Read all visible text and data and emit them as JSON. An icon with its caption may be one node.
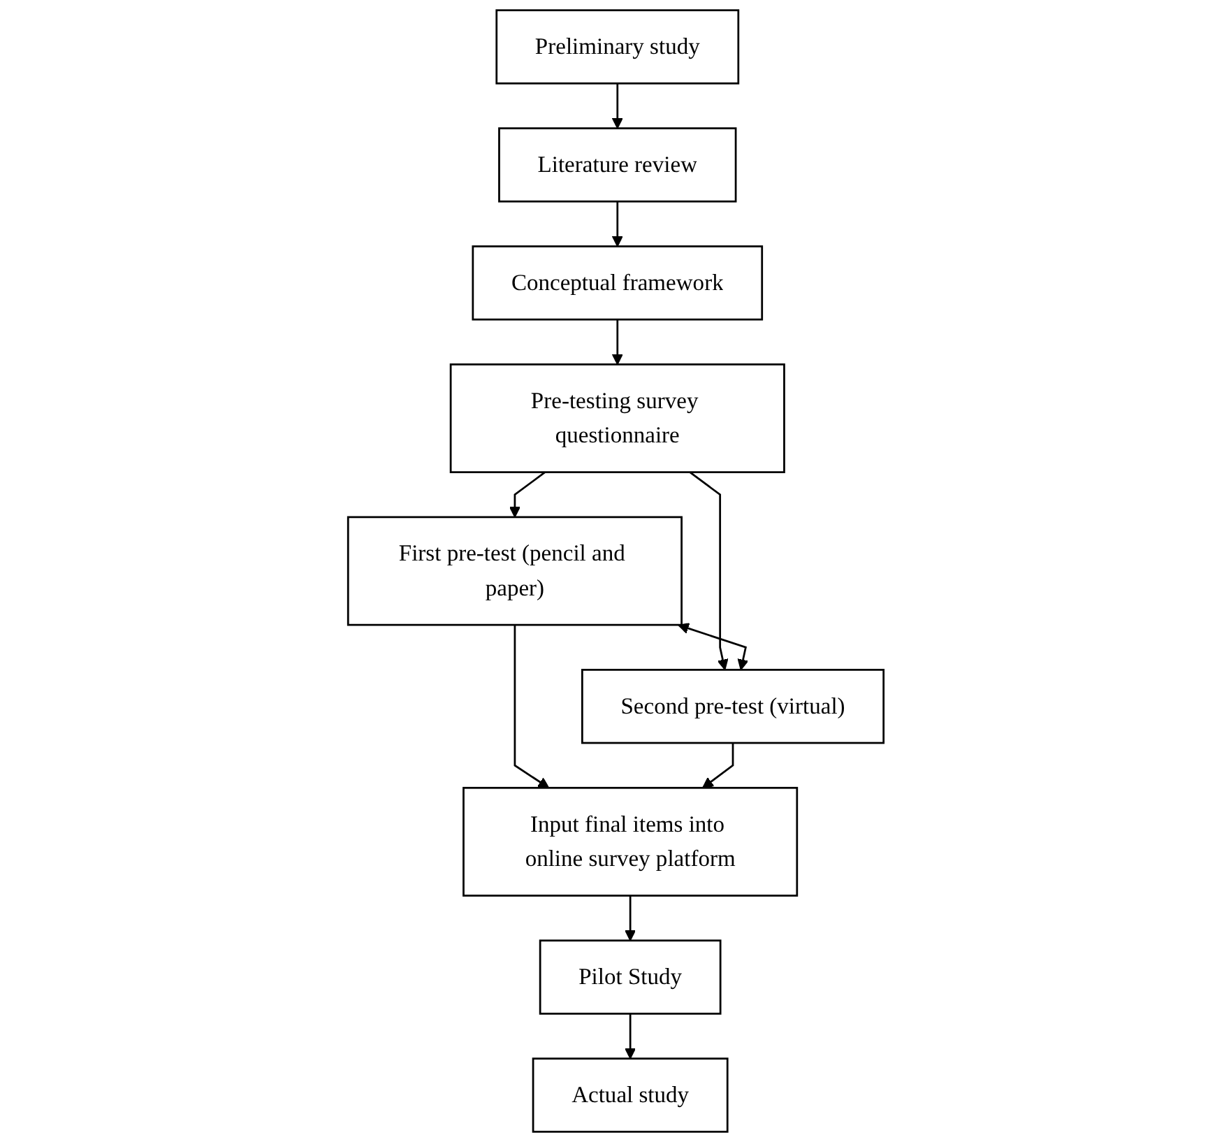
{
  "diagram": {
    "nodes": [
      {
        "text": [
          "Preliminary study"
        ]
      },
      {
        "text": [
          "Literature review"
        ]
      },
      {
        "text": [
          "Conceptual framework"
        ]
      },
      {
        "text": [
          "Pre-testing survey questionnaire"
        ]
      },
      {
        "text": [
          "First pre-test (pencil and paper)"
        ]
      },
      {
        "text": [
          "Second pre-test (virtual)"
        ]
      },
      {
        "text": [
          "Input final items into online survey platform"
        ]
      },
      {
        "text": [
          "Pilot Study"
        ]
      },
      {
        "text": [
          "Actual study"
        ]
      }
    ],
    "edges": [
      {
        "from": 0,
        "to": 1,
        "arrow": "to"
      },
      {
        "from": 1,
        "to": 2,
        "arrow": "to"
      },
      {
        "from": 2,
        "to": 3,
        "arrow": "to"
      },
      {
        "from": 3,
        "to": 4,
        "arrow": "to"
      },
      {
        "from": 3,
        "to": 5,
        "arrow": "to"
      },
      {
        "from": 4,
        "to": 5,
        "arrow": "both"
      },
      {
        "from": 4,
        "to": 6,
        "arrow": "to"
      },
      {
        "from": 5,
        "to": 6,
        "arrow": "to"
      },
      {
        "from": 6,
        "to": 7,
        "arrow": "to"
      },
      {
        "from": 7,
        "to": 8,
        "arrow": "to"
      }
    ]
  }
}
